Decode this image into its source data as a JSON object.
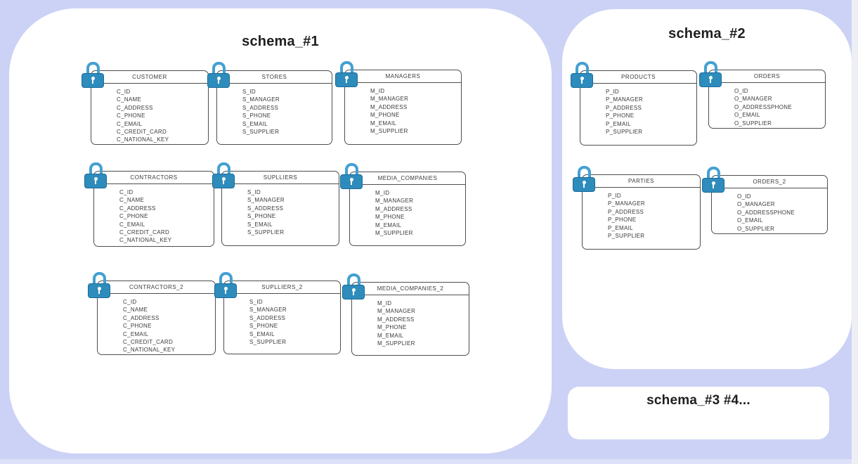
{
  "page": {
    "background_color": "#ccd2f5",
    "panel_color": "#ffffff",
    "table_border_color": "#4e4e4e",
    "lock_body_color": "#2e8cbd",
    "lock_shackle_color": "#44a0d2"
  },
  "icons": {
    "table_icon": "lock-icon"
  },
  "schemas": [
    {
      "title": "schema_#1",
      "tables": [
        {
          "name": "CUSTOMER",
          "columns": [
            "C_ID",
            "C_NAME",
            "C_ADDRESS",
            "C_PHONE",
            "C_EMAIL",
            "C_CREDIT_CARD",
            "C_NATIONAL_KEY"
          ]
        },
        {
          "name": "STORES",
          "columns": [
            "S_ID",
            "S_MANAGER",
            "S_ADDRESS",
            "S_PHONE",
            "S_EMAIL",
            "S_SUPPLIER"
          ]
        },
        {
          "name": "MANAGERS",
          "columns": [
            "M_ID",
            "M_MANAGER",
            "M_ADDRESS",
            "M_PHONE",
            "M_EMAIL",
            "M_SUPPLIER"
          ]
        },
        {
          "name": "CONTRACTORS",
          "columns": [
            "C_ID",
            "C_NAME",
            "C_ADDRESS",
            "C_PHONE",
            "C_EMAIL",
            "C_CREDIT_CARD",
            "C_NATIONAL_KEY"
          ]
        },
        {
          "name": "SUPLLIERS",
          "columns": [
            "S_ID",
            "S_MANAGER",
            "S_ADDRESS",
            "S_PHONE",
            "S_EMAIL",
            "S_SUPPLIER"
          ]
        },
        {
          "name": "MEDIA_COMPANIES",
          "columns": [
            "M_ID",
            "M_MANAGER",
            "M_ADDRESS",
            "M_PHONE",
            "M_EMAIL",
            "M_SUPPLIER"
          ]
        },
        {
          "name": "CONTRACTORS_2",
          "columns": [
            "C_ID",
            "C_NAME",
            "C_ADDRESS",
            "C_PHONE",
            "C_EMAIL",
            "C_CREDIT_CARD",
            "C_NATIONAL_KEY"
          ]
        },
        {
          "name": "SUPLLIERS_2",
          "columns": [
            "S_ID",
            "S_MANAGER",
            "S_ADDRESS",
            "S_PHONE",
            "S_EMAIL",
            "S_SUPPLIER"
          ]
        },
        {
          "name": "MEDIA_COMPANIES_2",
          "columns": [
            "M_ID",
            "M_MANAGER",
            "M_ADDRESS",
            "M_PHONE",
            "M_EMAIL",
            "M_SUPPLIER"
          ]
        }
      ]
    },
    {
      "title": "schema_#2",
      "tables": [
        {
          "name": "PRODUCTS",
          "columns": [
            "P_ID",
            "P_MANAGER",
            "P_ADDRESS",
            "P_PHONE",
            "P_EMAIL",
            "P_SUPPLIER"
          ]
        },
        {
          "name": "ORDERS",
          "columns": [
            "O_ID",
            "O_MANAGER",
            "O_ADDRESSPHONE",
            "O_EMAIL",
            "O_SUPPLIER"
          ]
        },
        {
          "name": "PARTIES",
          "columns": [
            "P_ID",
            "P_MANAGER",
            "P_ADDRESS",
            "P_PHONE",
            "P_EMAIL",
            "P_SUPPLIER"
          ]
        },
        {
          "name": "ORDERS_2",
          "columns": [
            "O_ID",
            "O_MANAGER",
            "O_ADDRESSPHONE",
            "O_EMAIL",
            "O_SUPPLIER"
          ]
        }
      ]
    },
    {
      "title": "schema_#3 #4...",
      "tables": []
    }
  ]
}
